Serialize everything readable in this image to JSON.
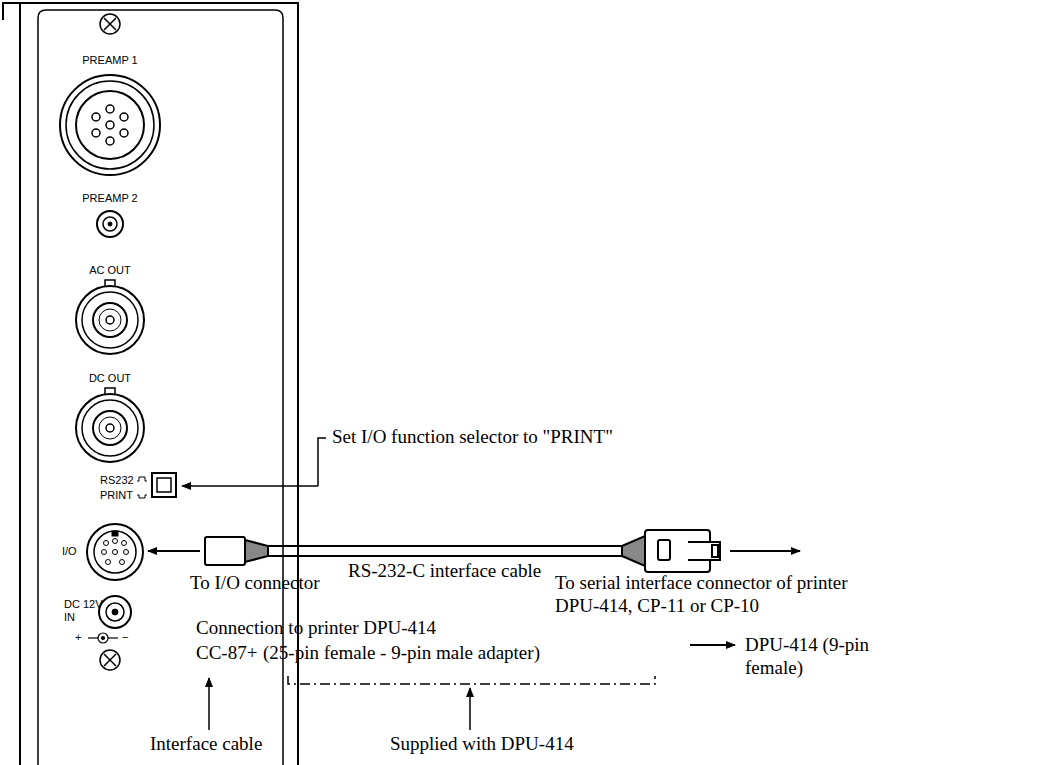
{
  "diagram": {
    "labels": [
      "PREAMP 1",
      "PREAMP 2",
      "AC OUT",
      "DC OUT",
      "RS232",
      "PRINT",
      "I/O",
      "DC 12V IN",
      "+",
      "−",
      "Set I/O function selector to \"PRINT\"",
      "To I/O connector",
      "RS-232-C interface cable",
      "To serial interface connector of printer DPU-414, CP-11 or CP-10",
      "Connection to printer DPU-414",
      "CC-87+",
      "(25-pin female - 9-pin male adapter)",
      "DPU-414 (9-pin female)",
      "Interface cable",
      "Supplied with DPU-414"
    ]
  }
}
